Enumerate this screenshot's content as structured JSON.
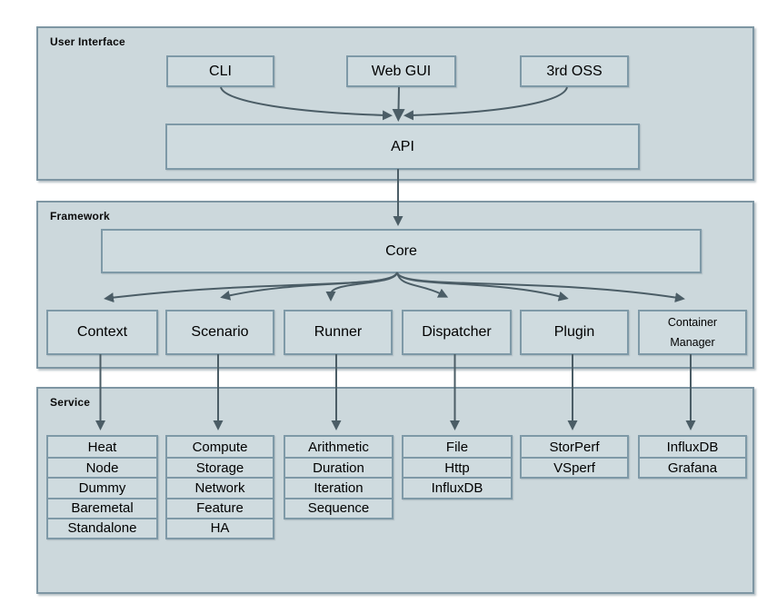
{
  "colors": {
    "panel_background": "#ccd8dc",
    "panel_border": "#7e96a3",
    "box_background": "#cfdbdf",
    "box_border": "#7e99a7",
    "arrow": "#4b5d66",
    "text": "#000000"
  },
  "sections": {
    "ui": {
      "label": "User Interface",
      "boxes": [
        "CLI",
        "Web GUI",
        "3rd OSS"
      ],
      "api": "API"
    },
    "framework": {
      "label": "Framework",
      "core": "Core",
      "modules": [
        "Context",
        "Scenario",
        "Runner",
        "Dispatcher",
        "Plugin",
        "Container Manager"
      ]
    },
    "service": {
      "label": "Service",
      "stacks": [
        {
          "items": [
            "Heat",
            "Node",
            "Dummy",
            "Baremetal",
            "Standalone"
          ]
        },
        {
          "items": [
            "Compute",
            "Storage",
            "Network",
            "Feature",
            "HA"
          ]
        },
        {
          "items": [
            "Arithmetic",
            "Duration",
            "Iteration",
            "Sequence"
          ]
        },
        {
          "items": [
            "File",
            "Http",
            "InfluxDB"
          ]
        },
        {
          "items": [
            "StorPerf",
            "VSperf"
          ]
        },
        {
          "items": [
            "InfluxDB",
            "Grafana"
          ]
        }
      ]
    }
  }
}
